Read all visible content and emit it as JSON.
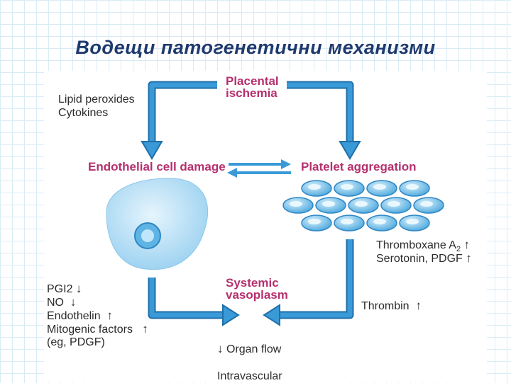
{
  "title": "Водещи патогенетични механизми",
  "nodes": {
    "ischemia": [
      "Placental",
      "ischemia"
    ],
    "endothelial": "Endothelial cell damage",
    "platelet": "Platelet aggregation",
    "systemic": [
      "Systemic",
      "vasoplasm"
    ]
  },
  "notes": {
    "left_top": [
      "Lipid peroxides",
      "Cytokines"
    ],
    "left_bottom": [
      "PGI2",
      "NO",
      "Endothelin",
      "Mitogenic factors",
      "(eg, PDGF)"
    ],
    "right_mid": [
      "Thromboxane A",
      "Serotonin, PDGF"
    ],
    "thromboxane_subscript": "2",
    "thrombin": "Thrombin",
    "organ_flow": "Organ flow",
    "intravascular": "Intravascular"
  },
  "marks": {
    "down": "↓",
    "up": "↑"
  },
  "colors": {
    "arrow": "#3a9ad8",
    "arrow_edge": "#1f6fa8",
    "node_text": "#b5306e",
    "cell_fill": "#bfe3f7",
    "title": "#1f3a6e"
  }
}
